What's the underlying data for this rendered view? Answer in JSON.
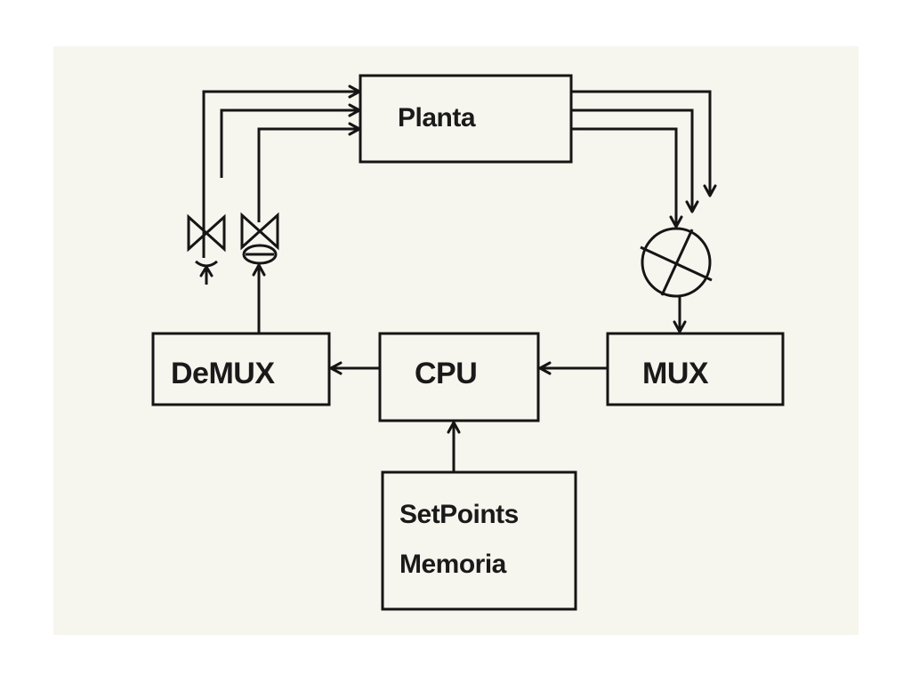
{
  "diagram": {
    "blocks": {
      "planta": {
        "label": "Planta"
      },
      "demux": {
        "label": "DeMUX"
      },
      "cpu": {
        "label": "CPU"
      },
      "mux": {
        "label": "MUX"
      },
      "memory": {
        "line1": "SetPoints",
        "line2": "Memoria"
      }
    },
    "colors": {
      "paper": "#f6f5ee",
      "ink": "#151515"
    },
    "icons": [
      "valve-icon",
      "valve-actuator-icon",
      "sensor-icon"
    ]
  }
}
